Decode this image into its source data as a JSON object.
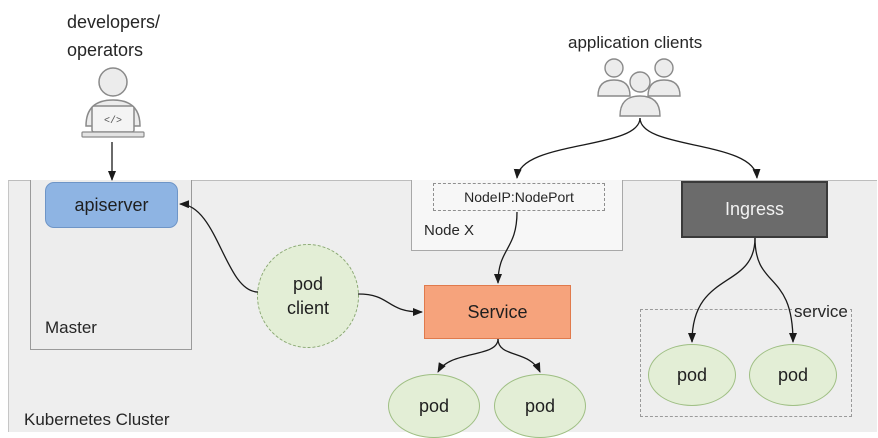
{
  "actors": {
    "developers_line1": "developers/",
    "developers_line2": "operators",
    "app_clients": "application clients"
  },
  "cluster": {
    "label": "Kubernetes Cluster",
    "master_label": "Master",
    "apiserver_label": "apiserver",
    "node_label": "Node X",
    "nodeport_label": "NodeIP:NodePort",
    "service_label": "Service",
    "ingress_label": "Ingress",
    "pod_client_line1": "pod",
    "pod_client_line2": "client",
    "ingress_service_label": "service",
    "pod_label": "pod"
  },
  "icons": {
    "developer": "developer-laptop-icon",
    "clients": "user-group-icon"
  },
  "colors": {
    "apiserver": "#8eb4e3",
    "service": "#f6a37c",
    "ingress": "#6b6b6b",
    "pod": "#e3eed6",
    "cluster_bg": "#eeeeee"
  }
}
